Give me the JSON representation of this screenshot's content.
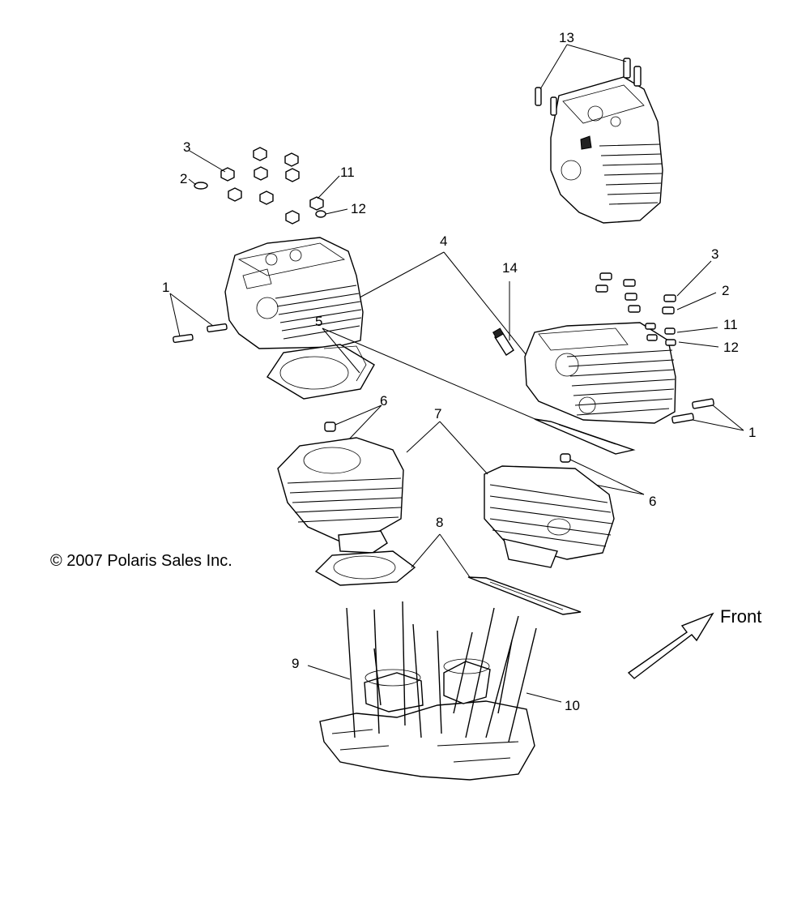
{
  "copyright": "© 2007 Polaris Sales Inc.",
  "front_label": "Front",
  "callouts": {
    "c1a": "1",
    "c1b": "1",
    "c2a": "2",
    "c2b": "2",
    "c3a": "3",
    "c3b": "3",
    "c4": "4",
    "c5": "5",
    "c6a": "6",
    "c6b": "6",
    "c7": "7",
    "c8": "8",
    "c9": "9",
    "c10": "10",
    "c11a": "11",
    "c11b": "11",
    "c12a": "12",
    "c12b": "12",
    "c13": "13",
    "c14": "14"
  }
}
